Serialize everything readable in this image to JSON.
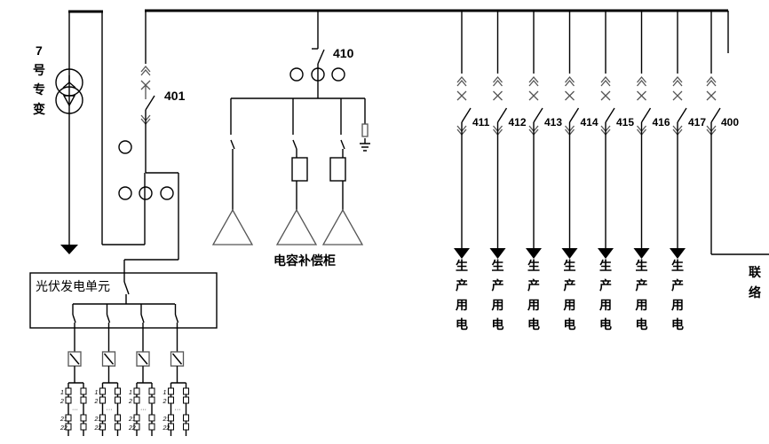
{
  "transformer": {
    "label_chars": [
      "7",
      "号",
      "专",
      "变"
    ]
  },
  "main_breaker": {
    "label": "401"
  },
  "capacitor_branch": {
    "breaker_label": "410",
    "cabinet_label": "电容补偿柜"
  },
  "pv_unit": {
    "label": "光伏发电单元",
    "string_labels": [
      "1",
      "2",
      "21",
      "22"
    ],
    "inverter_count": 4,
    "ellipsis": "···"
  },
  "feeders": [
    {
      "label": "411",
      "load_chars": [
        "生",
        "产",
        "用",
        "电"
      ]
    },
    {
      "label": "412",
      "load_chars": [
        "生",
        "产",
        "用",
        "电"
      ]
    },
    {
      "label": "413",
      "load_chars": [
        "生",
        "产",
        "用",
        "电"
      ]
    },
    {
      "label": "414",
      "load_chars": [
        "生",
        "产",
        "用",
        "电"
      ]
    },
    {
      "label": "415",
      "load_chars": [
        "生",
        "产",
        "用",
        "电"
      ]
    },
    {
      "label": "416",
      "load_chars": [
        "生",
        "产",
        "用",
        "电"
      ]
    },
    {
      "label": "417",
      "load_chars": [
        "生",
        "产",
        "用",
        "电"
      ]
    }
  ],
  "tie": {
    "label": "400",
    "text_chars": [
      "联",
      "络"
    ]
  }
}
